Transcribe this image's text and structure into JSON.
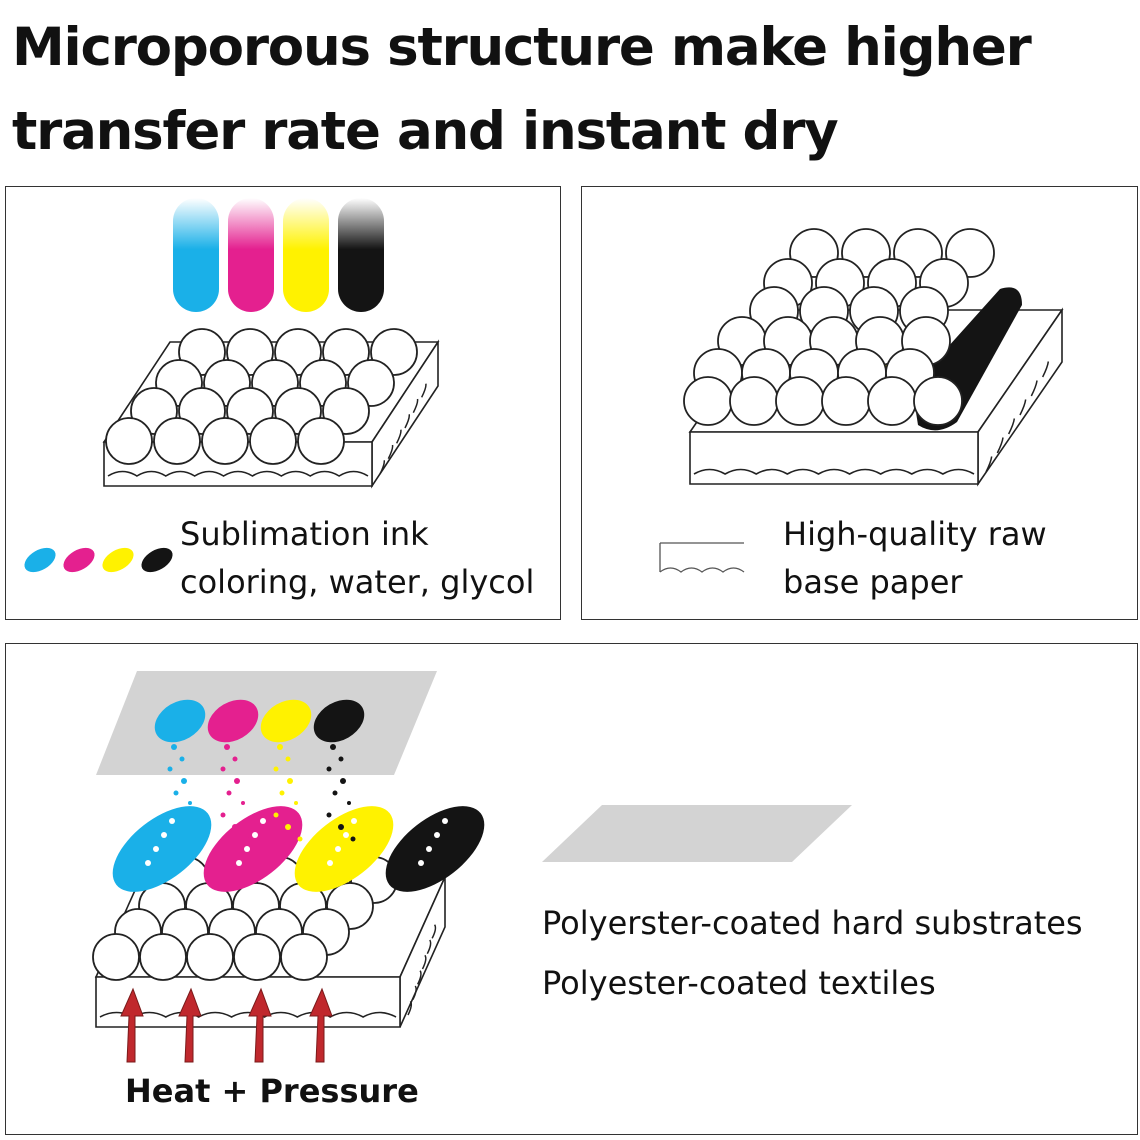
{
  "headline": {
    "line1": "Microporous structure make higher",
    "line2": "transfer rate  and instant dry"
  },
  "panels": {
    "ink": {
      "caption_line1": "Sublimation ink",
      "caption_line2": "coloring, water, glycol"
    },
    "paper": {
      "caption_line1": "High-quality raw",
      "caption_line2": "base paper"
    },
    "transfer": {
      "substrate_line1": "Polyerster-coated hard substrates",
      "substrate_line2": "Polyester-coated textiles",
      "heat_label": "Heat + Pressure"
    }
  },
  "colors": {
    "cyan": "#1ab0e8",
    "magenta": "#e4208f",
    "yellow": "#fff200",
    "black": "#141414",
    "substrate_gray": "#d3d3d3",
    "arrow_red": "#c0282d"
  },
  "icons": [
    "ink-stick-icon",
    "ink-drop-icon",
    "paper-edge-icon",
    "heat-arrow-icon"
  ]
}
